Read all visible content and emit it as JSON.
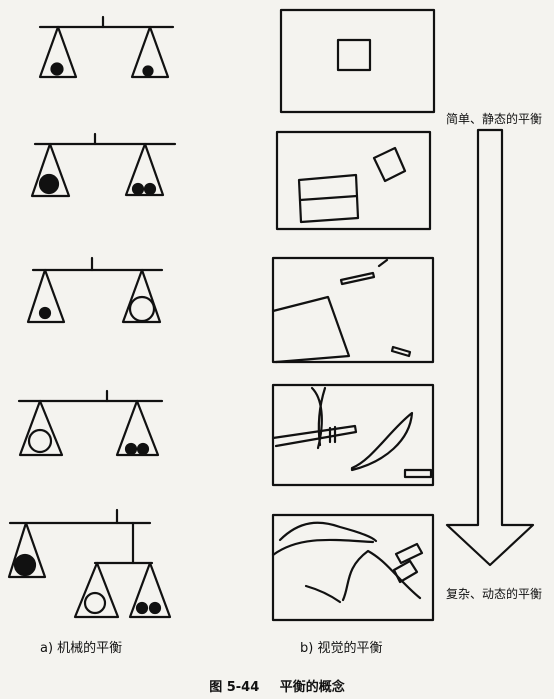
{
  "left_panel": {
    "caption": "a) 机械的平衡"
  },
  "right_panel": {
    "caption": "b) 视觉的平衡"
  },
  "arrow": {
    "top_label": "简单、静态的平衡",
    "bottom_label": "复杂、动态的平衡"
  },
  "figure_title": {
    "number": "图 5-44",
    "text": "平衡的概念"
  }
}
